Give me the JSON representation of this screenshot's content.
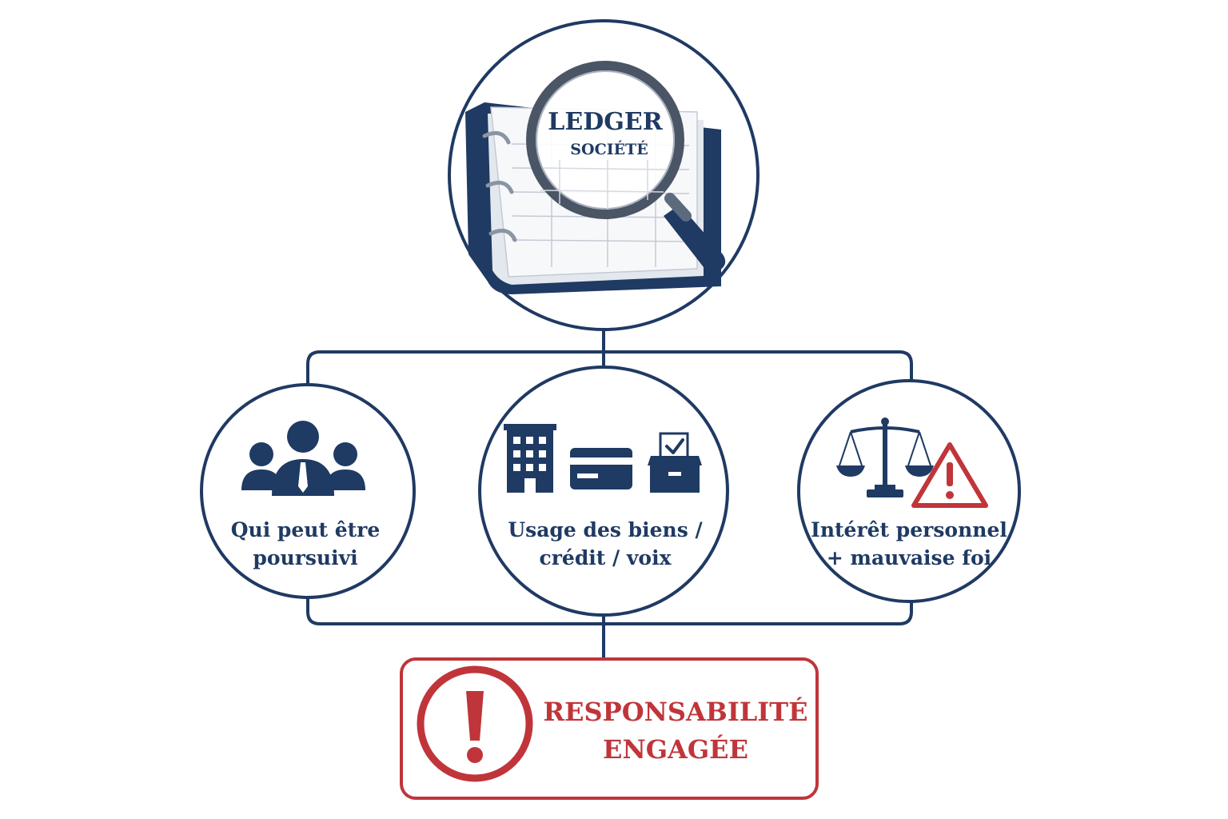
{
  "colors": {
    "navy": "#1f3a63",
    "red": "#c0353a",
    "background": "#ffffff"
  },
  "top": {
    "icon": "ledger-magnifier-icon",
    "ledger_title": "LEDGER",
    "ledger_subtitle": "SOCIÉTÉ"
  },
  "criteria": [
    {
      "icon": "people-group-icon",
      "line1": "Qui peut être",
      "line2": "poursuivi"
    },
    {
      "icon": "building-card-ballot-icon",
      "line1": "Usage des biens /",
      "line2": "crédit / voix"
    },
    {
      "icon": "scales-warning-icon",
      "line1": "Intérêt personnel",
      "line2": "+ mauvaise foi"
    }
  ],
  "result": {
    "icon": "exclamation-stamp-icon",
    "line1": "RESPONSABILITÉ",
    "line2": "ENGAGÉE"
  }
}
